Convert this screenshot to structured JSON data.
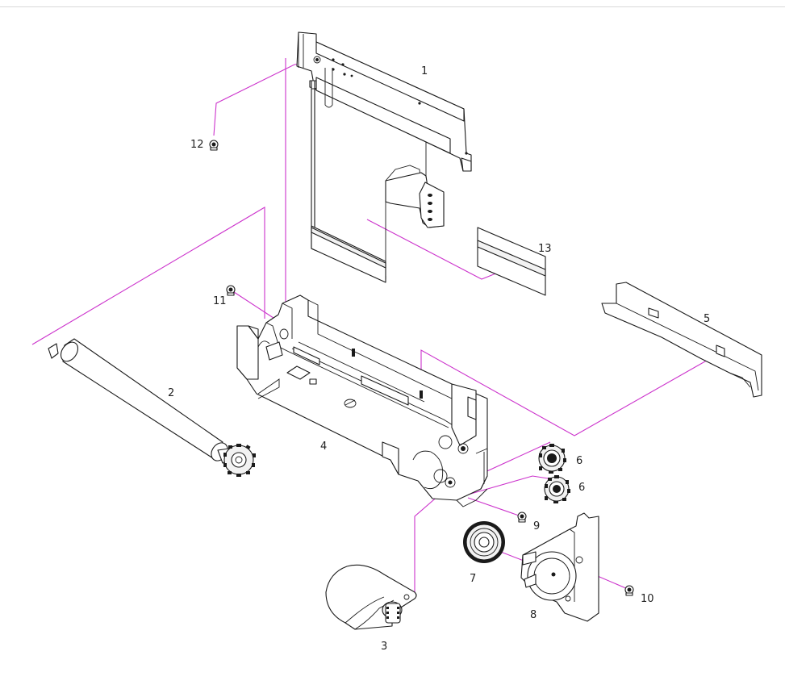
{
  "callouts": {
    "c1": "1",
    "c2": "2",
    "c3": "3",
    "c4": "4",
    "c5": "5",
    "c6a": "6",
    "c6b": "6",
    "c7": "7",
    "c8": "8",
    "c9": "9",
    "c10": "10",
    "c11": "11",
    "c12": "12",
    "c13": "13"
  },
  "colors": {
    "leader_line": "#cc33cc",
    "outline": "#1a1a1a",
    "background": "#ffffff"
  }
}
